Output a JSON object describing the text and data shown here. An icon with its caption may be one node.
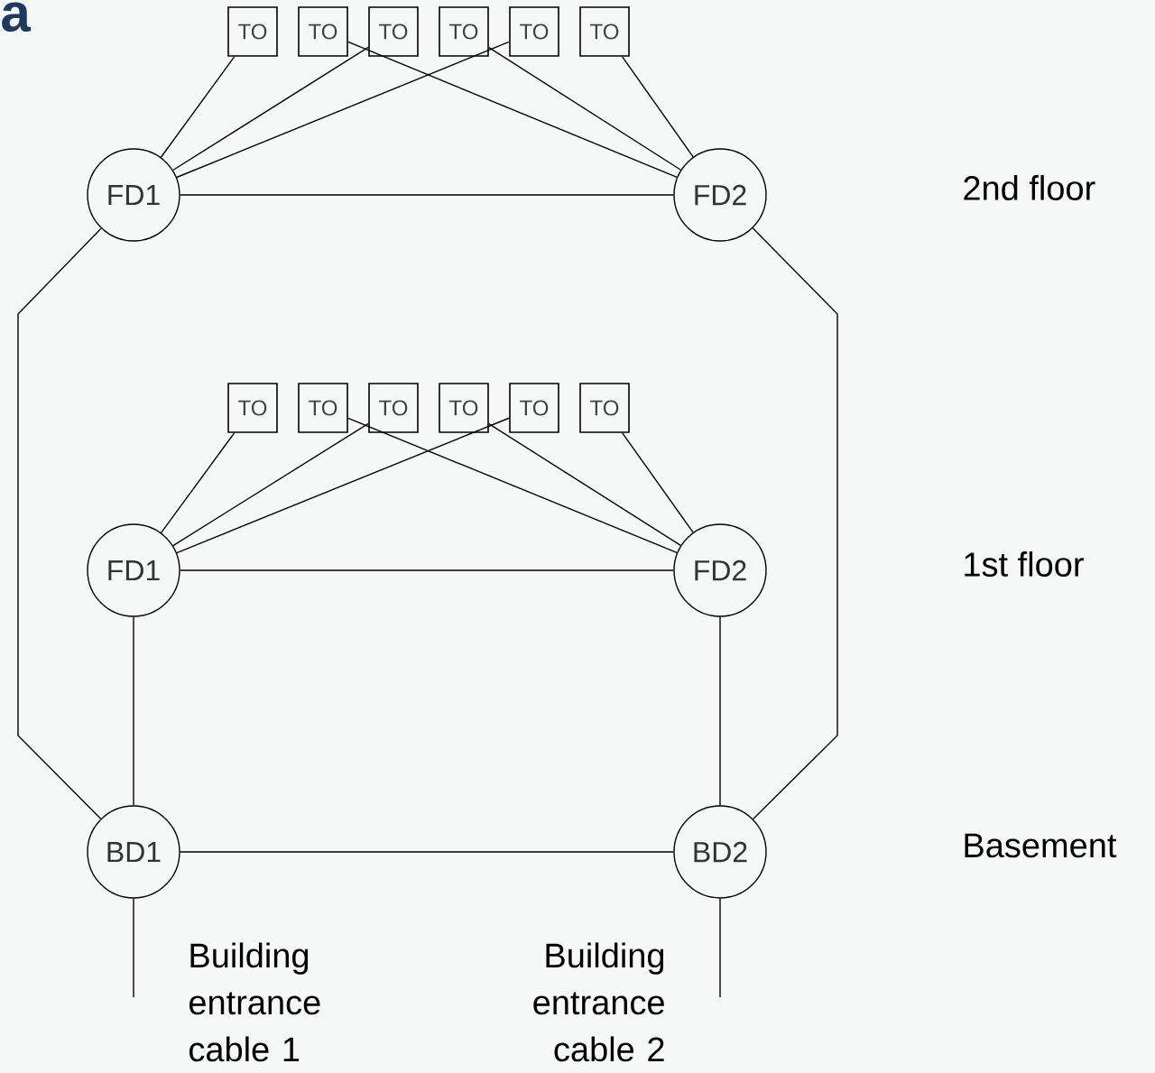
{
  "diagram": {
    "nodes": [
      {
        "text": [
          "TO"
        ]
      },
      {
        "text": [
          "TO"
        ]
      },
      {
        "text": [
          "TO"
        ]
      },
      {
        "text": [
          "TO"
        ]
      },
      {
        "text": [
          "TO"
        ]
      },
      {
        "text": [
          "TO"
        ]
      },
      {
        "text": [
          "FD1"
        ]
      },
      {
        "text": [
          "FD2"
        ]
      },
      {
        "text": [
          "TO"
        ]
      },
      {
        "text": [
          "TO"
        ]
      },
      {
        "text": [
          "TO"
        ]
      },
      {
        "text": [
          "TO"
        ]
      },
      {
        "text": [
          "TO"
        ]
      },
      {
        "text": [
          "TO"
        ]
      },
      {
        "text": [
          "FD1"
        ]
      },
      {
        "text": [
          "FD2"
        ]
      },
      {
        "text": [
          "BD1"
        ]
      },
      {
        "text": [
          "BD2"
        ]
      }
    ],
    "edges": [
      {
        "from": 0,
        "to": 6,
        "arrow": "none"
      },
      {
        "from": 1,
        "to": 7,
        "arrow": "none"
      },
      {
        "from": 2,
        "to": 6,
        "arrow": "none"
      },
      {
        "from": 3,
        "to": 7,
        "arrow": "none"
      },
      {
        "from": 4,
        "to": 6,
        "arrow": "none"
      },
      {
        "from": 5,
        "to": 7,
        "arrow": "none"
      },
      {
        "from": 6,
        "to": 7,
        "arrow": "none"
      },
      {
        "from": 6,
        "to": 16,
        "arrow": "none"
      },
      {
        "from": 7,
        "to": 17,
        "arrow": "none"
      },
      {
        "from": 8,
        "to": 14,
        "arrow": "none"
      },
      {
        "from": 9,
        "to": 15,
        "arrow": "none"
      },
      {
        "from": 10,
        "to": 14,
        "arrow": "none"
      },
      {
        "from": 11,
        "to": 15,
        "arrow": "none"
      },
      {
        "from": 12,
        "to": 14,
        "arrow": "none"
      },
      {
        "from": 13,
        "to": 15,
        "arrow": "none"
      },
      {
        "from": 14,
        "to": 15,
        "arrow": "none"
      },
      {
        "from": 14,
        "to": 16,
        "arrow": "none"
      },
      {
        "from": 15,
        "to": 17,
        "arrow": "none"
      },
      {
        "from": 16,
        "to": 17,
        "arrow": "none"
      },
      {
        "from": 16,
        "to": null,
        "arrow": "none"
      },
      {
        "from": 17,
        "to": null,
        "arrow": "none"
      }
    ],
    "labels": [
      "a",
      "2nd floor",
      "1st floor",
      "Basement",
      "Building entrance cable 1",
      "Building entrance cable 2"
    ]
  }
}
